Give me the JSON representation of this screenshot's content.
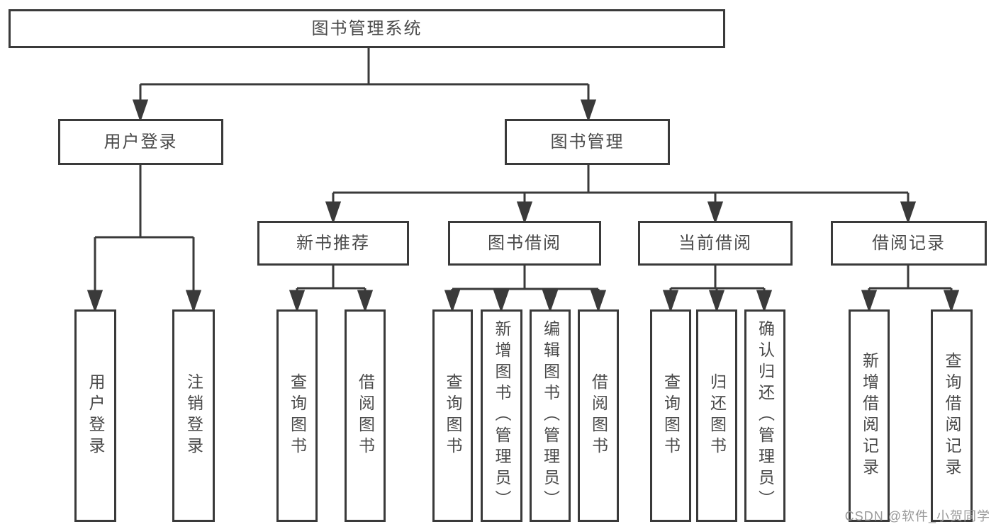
{
  "diagram": {
    "title_node": "图书管理系统",
    "level2": [
      "用户登录",
      "图书管理"
    ],
    "level3": [
      "新书推荐",
      "图书借阅",
      "当前借阅",
      "借阅记录"
    ],
    "leaves_login": [
      "用户登录",
      "注销登录"
    ],
    "leaves_recommend": [
      "查询图书",
      "借阅图书"
    ],
    "leaves_borrow": [
      "查询图书",
      "新增图书（管理员）",
      "编辑图书（管理员）",
      "借阅图书"
    ],
    "leaves_current": [
      "查询图书",
      "归还图书",
      "确认归还（管理员）"
    ],
    "leaves_records": [
      "新增借阅记录",
      "查询借阅记录"
    ]
  },
  "watermark": "CSDN @软件_小贺同学",
  "colors": {
    "line": "#3a3a3a",
    "box_border": "#3a3a3a",
    "text": "#4a4a4a",
    "background": "#ffffff",
    "watermark": "#9a9a9a"
  }
}
